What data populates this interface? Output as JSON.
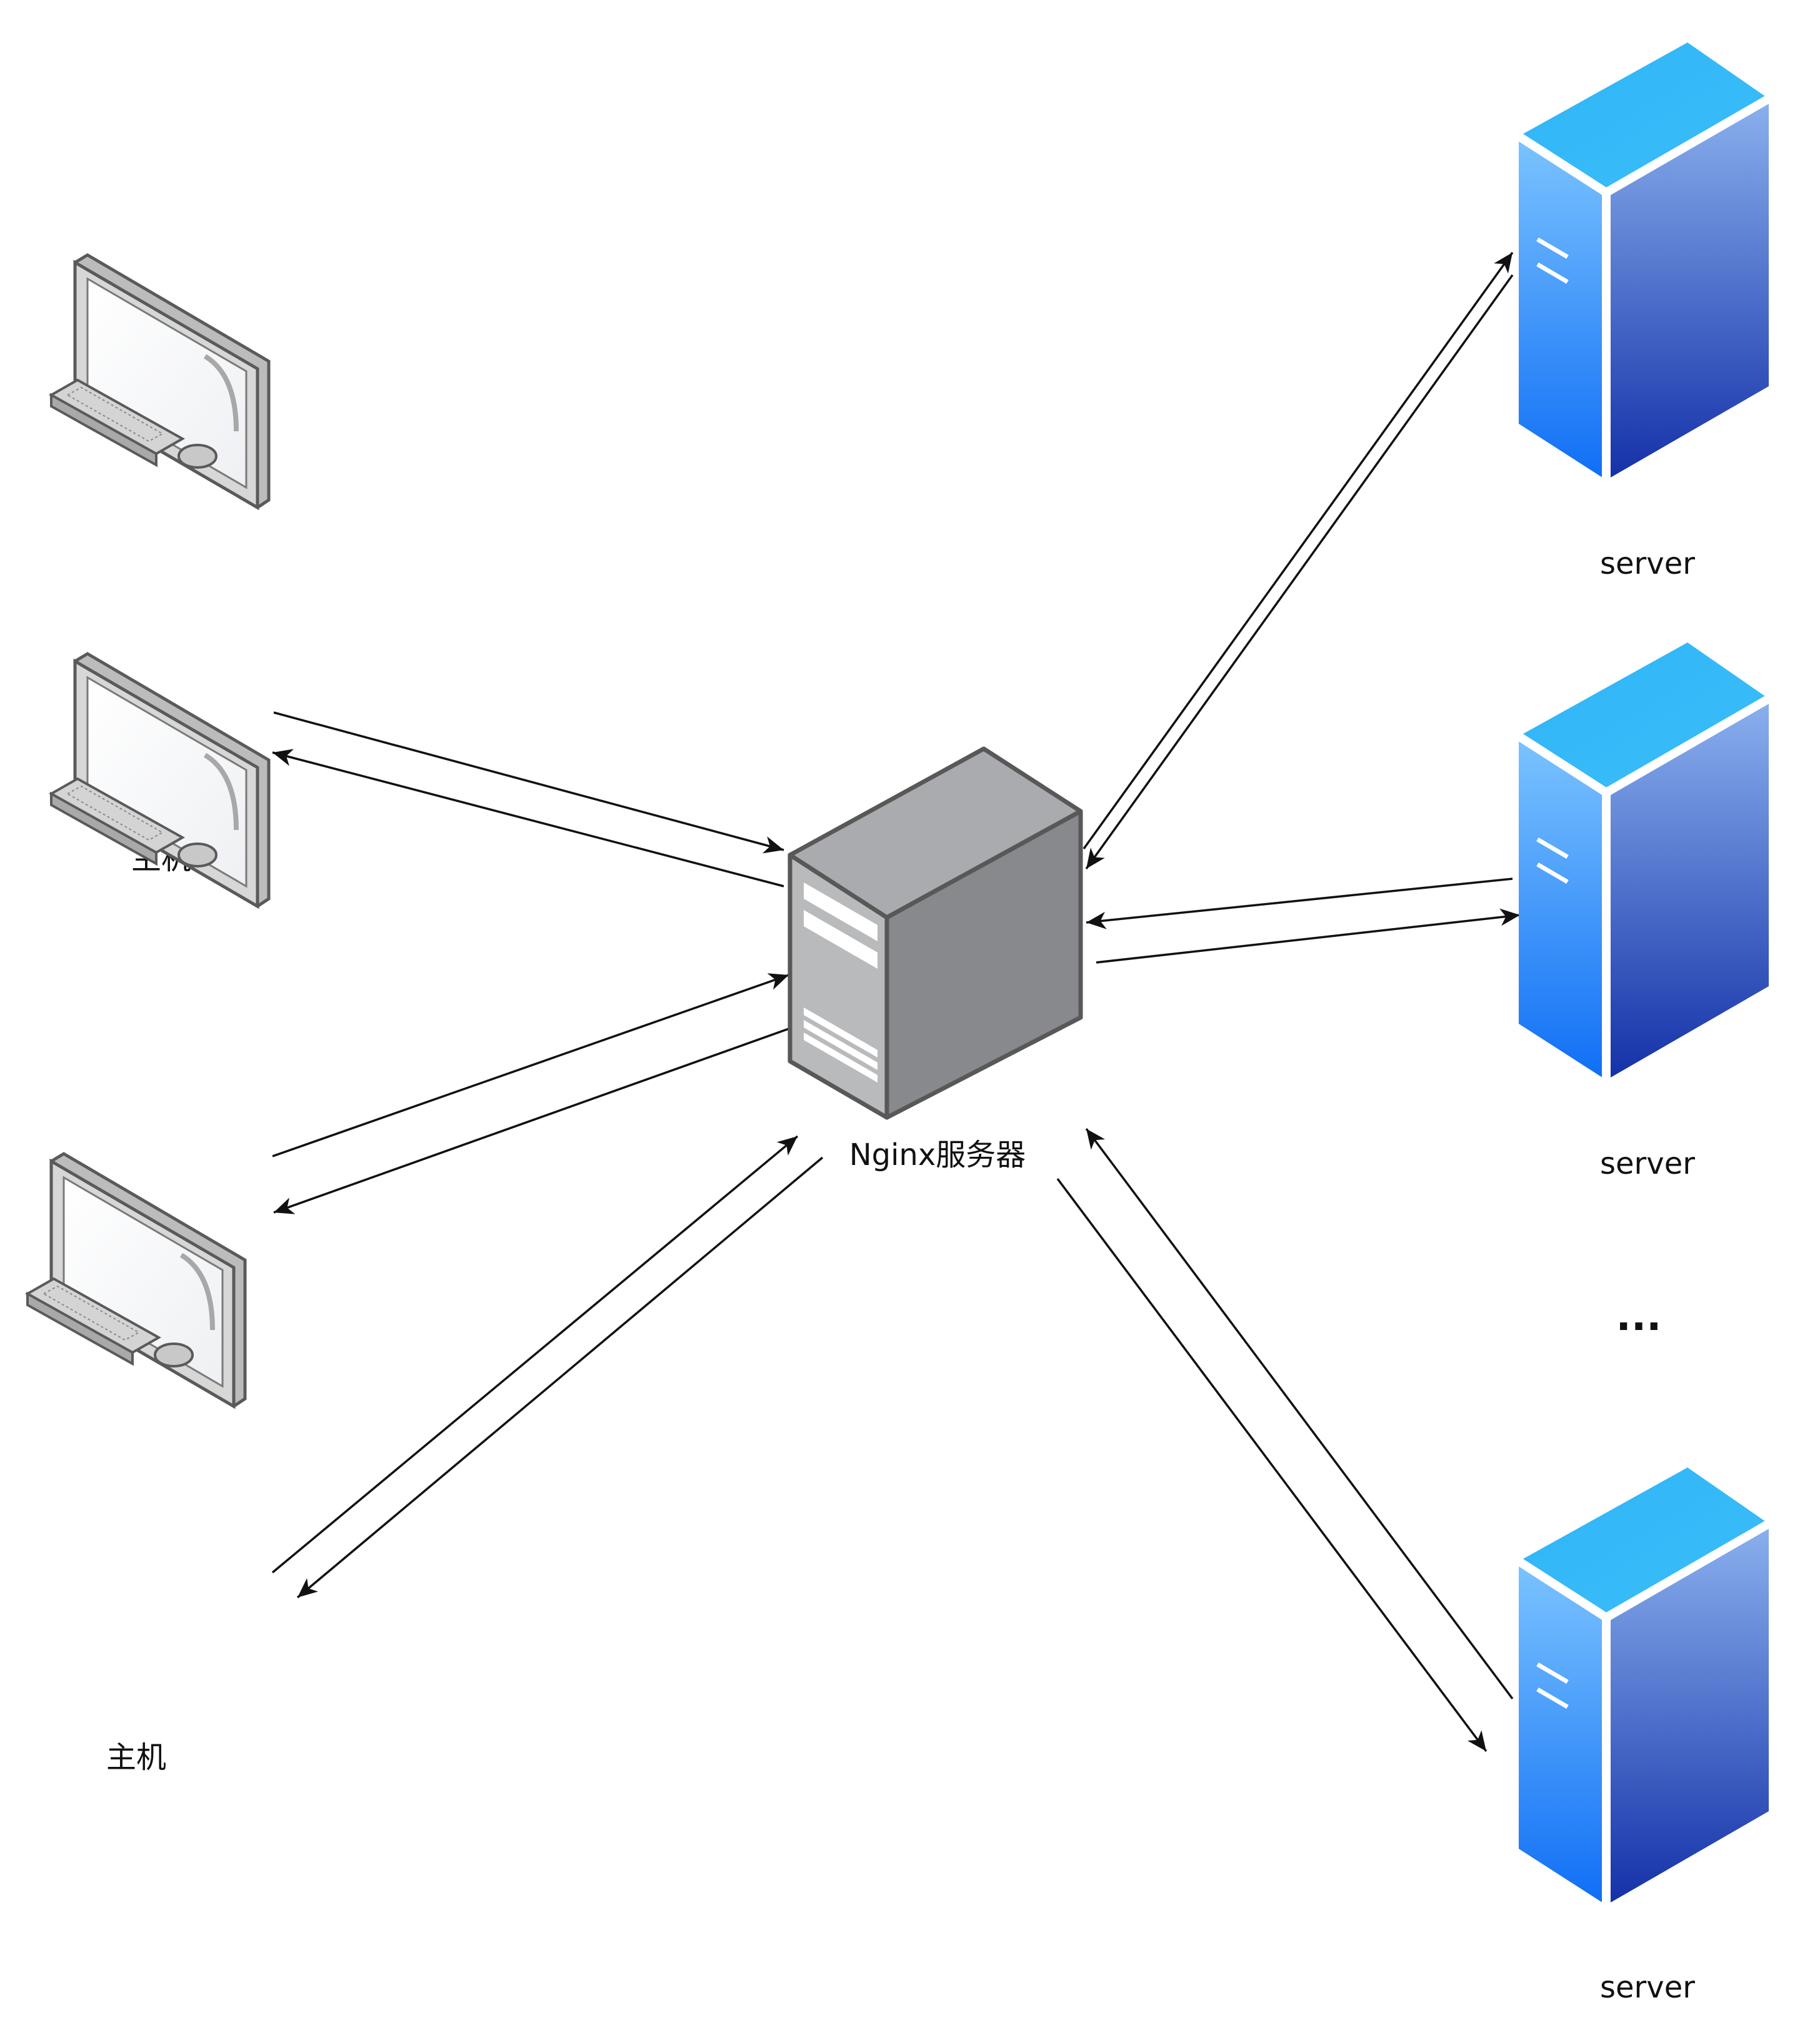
{
  "nodes": {
    "host_1": {
      "label": "主机",
      "icon": "desktop-computer-icon"
    },
    "host_2": {
      "label": "主机",
      "icon": "desktop-computer-icon"
    },
    "host_3": {
      "label": "主机",
      "icon": "desktop-computer-icon"
    },
    "nginx": {
      "label": "Nginx服务器",
      "icon": "tower-server-icon",
      "color": "#8a8b8f"
    },
    "server_1": {
      "label": "server",
      "icon": "blue-server-icon",
      "color": "#2f7fff"
    },
    "server_2": {
      "label": "server",
      "icon": "blue-server-icon",
      "color": "#2f7fff"
    },
    "server_3": {
      "label": "server",
      "icon": "blue-server-icon",
      "color": "#2f7fff"
    },
    "more": {
      "label": "..."
    }
  },
  "edges": [
    {
      "from": "host_1",
      "to": "nginx"
    },
    {
      "from": "nginx",
      "to": "host_1"
    },
    {
      "from": "host_2",
      "to": "nginx"
    },
    {
      "from": "nginx",
      "to": "host_2"
    },
    {
      "from": "host_3",
      "to": "nginx"
    },
    {
      "from": "nginx",
      "to": "host_3"
    },
    {
      "from": "nginx",
      "to": "server_1"
    },
    {
      "from": "server_1",
      "to": "nginx"
    },
    {
      "from": "server_2",
      "to": "nginx"
    },
    {
      "from": "nginx",
      "to": "server_2"
    },
    {
      "from": "nginx",
      "to": "server_3"
    },
    {
      "from": "server_3",
      "to": "nginx"
    }
  ]
}
